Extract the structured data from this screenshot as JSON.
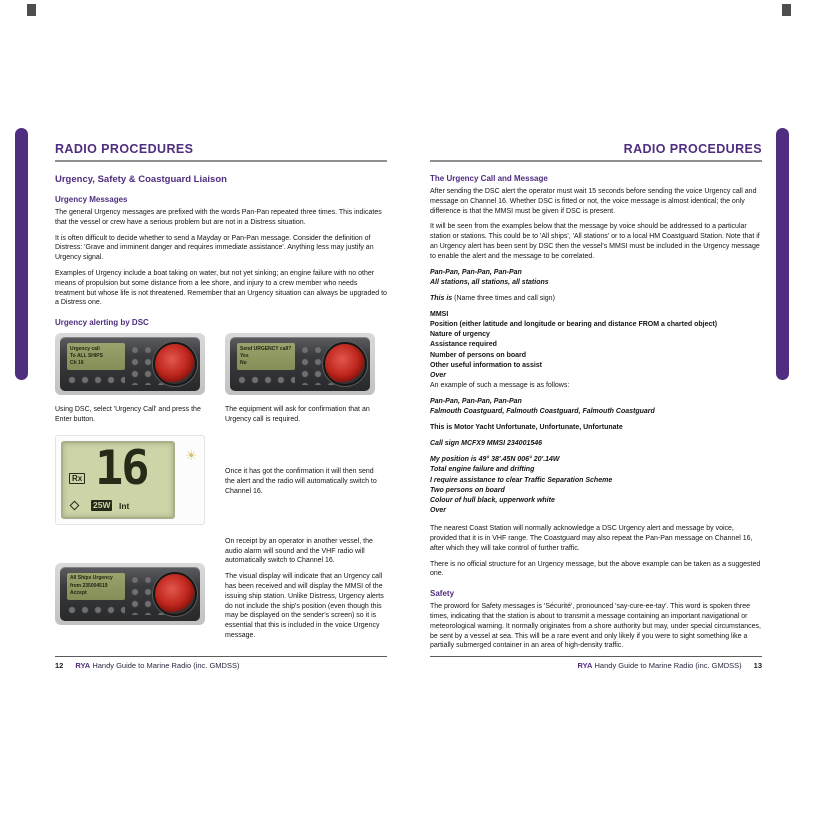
{
  "colors": {
    "accent_purple": "#4f2d7f",
    "lcd_green": "#ccd4a8",
    "knob_red": "#c0281e"
  },
  "icons": {
    "lamp_icon": "☀"
  },
  "left_page": {
    "header": "RADIO PROCEDURES",
    "section_title": "Urgency, Safety & Coastguard Liaison",
    "urgency_messages": {
      "heading": "Urgency Messages",
      "paragraphs": [
        "The general Urgency messages are prefixed with the words Pan-Pan repeated three times. This indicates that the vessel or crew have a serious problem but are not in a Distress situation.",
        "It is often difficult to decide whether to send a Mayday or Pan-Pan message. Consider the definition of Distress: 'Grave and imminent danger and requires immediate assistance'. Anything less may justify an Urgency signal.",
        "Examples of Urgency include a boat taking on water, but not yet sinking; an engine failure with no other means of propulsion but some distance from a lee shore, and injury to a crew member who needs treatment but whose life is not threatened. Remember that an Urgency situation can always be upgraded to a Distress one."
      ]
    },
    "urgency_dsc": {
      "heading": "Urgency alerting by DSC",
      "caption_radio1": "Using DSC, select 'Urgency Call' and press the Enter button.",
      "caption_radio2": "The equipment will ask for confirmation that an Urgency call is required.",
      "caption_lcd": "Once it has got the confirmation it will then send the alert and the radio will automatically switch to Channel 16.",
      "caption_receipt": "On receipt by an operator in another vessel, the audio alarm will sound and the VHF radio will automatically switch to Channel 16.",
      "caption_display": "The visual display will indicate that an Urgency call has been received and will display the MMSI of the issuing ship station. Unlike Distress, Urgency alerts do not include the ship's position (even though this may be displayed on the sender's screen) so it is essential that this is included in the voice Urgency message."
    },
    "radio1": {
      "screen": [
        "Urgency call",
        "To ALL SHIPS",
        "Ch 16"
      ]
    },
    "radio2": {
      "screen": [
        "Send URGENCY call?",
        "Yes",
        "No"
      ]
    },
    "radio3": {
      "screen": [
        "All Ships Urgency",
        "from 235004519",
        "Accept"
      ]
    },
    "lcd": {
      "channel": "16",
      "rx_label": "Rx",
      "power_label": "25W",
      "band_label": "Int"
    },
    "footer": {
      "page_number": "12",
      "brand": "RYA",
      "booklet_title": "Handy Guide to Marine Radio (inc. GMDSS)"
    }
  },
  "right_page": {
    "header": "RADIO PROCEDURES",
    "urgency_call": {
      "heading": "The Urgency Call and Message",
      "paragraphs": [
        "After sending the DSC alert the operator must wait 15 seconds before sending the voice Urgency call and message on Channel 16. Whether DSC is fitted or not, the voice message is almost identical; the only difference is that the MMSI must be given if DSC is present.",
        "It will be seen from the examples below that the message by voice should be addressed to a particular station or stations. This could be to 'All ships', 'All stations' or to a local HM Coastguard Station. Note that if an Urgency alert has been sent by DSC then the vessel's MMSI must be included in the Urgency message to enable the alert and the message to be correlated."
      ]
    },
    "proforma": {
      "line1": "Pan-Pan, Pan-Pan, Pan-Pan",
      "line2": "All stations, all stations, all stations",
      "this_is_prefix": "This is",
      "this_is_rest": " (Name three times and call sign)",
      "items": [
        "MMSI",
        "Position (either latitude and longitude or bearing and distance FROM a charted object)",
        "Nature of urgency",
        "Assistance required",
        "Number of persons on board",
        "Other useful information to assist"
      ],
      "over": "Over"
    },
    "example_intro": "An example of such a message is as follows:",
    "example": {
      "group1": [
        "Pan-Pan, Pan-Pan, Pan-Pan",
        "Falmouth Coastguard, Falmouth Coastguard, Falmouth Coastguard"
      ],
      "this_is_line": "This is Motor Yacht Unfortunate, Unfortunate, Unfortunate",
      "callsign_line": "Call sign MCFX9 MMSI 234001546",
      "group2": [
        "My position is 49° 38'.45N 006° 20'.14W",
        "Total engine failure and drifting",
        "I require assistance to clear Traffic Separation Scheme",
        "Two persons on board",
        "Colour of hull black, upperwork white",
        "Over"
      ]
    },
    "closing_paragraphs": [
      "The nearest Coast Station will normally acknowledge a DSC Urgency alert and message by voice, provided that it is in VHF range. The Coastguard may also repeat the Pan-Pan message on Channel 16, after which they will take control of further traffic.",
      "There is no official structure for an Urgency message, but the above example can be taken as a suggested one."
    ],
    "safety": {
      "heading": "Safety",
      "paragraph": "The proword for Safety messages is 'Sécurité', pronounced 'say-cure-ee-tay'. This word is spoken three times, indicating that the station is about to transmit a message containing an important navigational or meteorological warning. It normally originates from a shore authority but may, under special circumstances, be sent by a vessel at sea. This will be a rare event and only likely if you were to sight something like a partially submerged container in an area of high-density traffic."
    },
    "footer": {
      "brand": "RYA",
      "booklet_title": "Handy Guide to Marine Radio (inc. GMDSS)",
      "page_number": "13"
    }
  }
}
